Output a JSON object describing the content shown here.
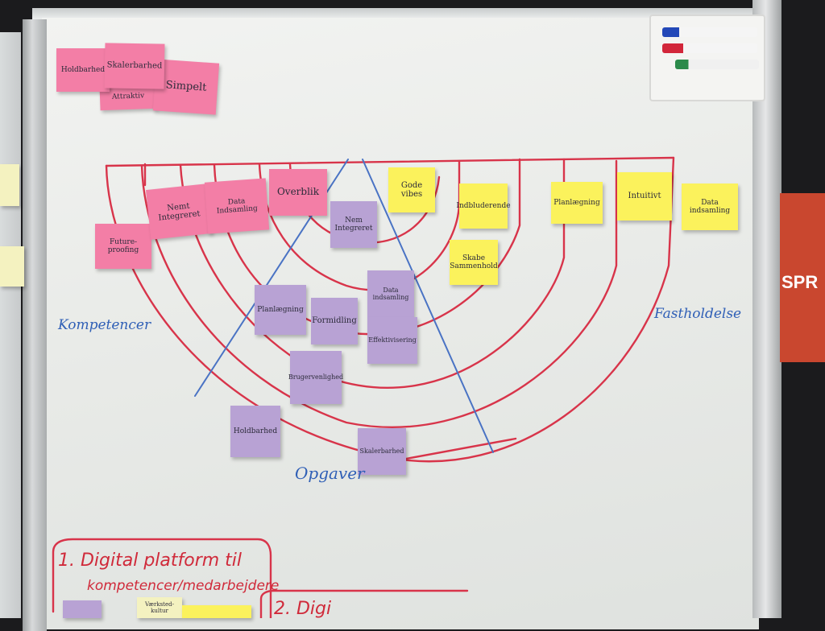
{
  "board": {
    "top_left_notes": [
      "Holdbarhed",
      "Skalerbarhed",
      "Simpelt",
      "Attraktiv"
    ],
    "pink_notes": [
      "Future-proofing",
      "Nemt Integreret",
      "Data Indsamling",
      "Overblik"
    ],
    "yellow_notes": [
      "Gode vibes",
      "Indbluderende",
      "Planlægning",
      "Intuitivt",
      "Data indsamling",
      "Skabe Sammenhold"
    ],
    "purple_notes": [
      "Nem Integreret",
      "Data indsamling",
      "Planlægning",
      "Formidling",
      "Effektivisering",
      "Brugervenlighed",
      "Holdbarhed",
      "Skalerbarhed"
    ],
    "labels": {
      "left_axis": "Kompetencer",
      "right_axis": "Fastholdelse",
      "bottom_axis": "Opgaver"
    },
    "bottom_text": {
      "line1": "1. Digital platform til",
      "line2": "kompetencer/medarbejdere",
      "next": "2. Digi"
    },
    "bottom_notes": [
      "Værksted-kultur"
    ],
    "wall_sign": "SPR"
  },
  "colors": {
    "pink": "#f37ea6",
    "purple": "#b8a2d4",
    "yellow": "#fbf25c",
    "red_marker": "#d02a3a",
    "blue_marker": "#2f5fb6"
  }
}
